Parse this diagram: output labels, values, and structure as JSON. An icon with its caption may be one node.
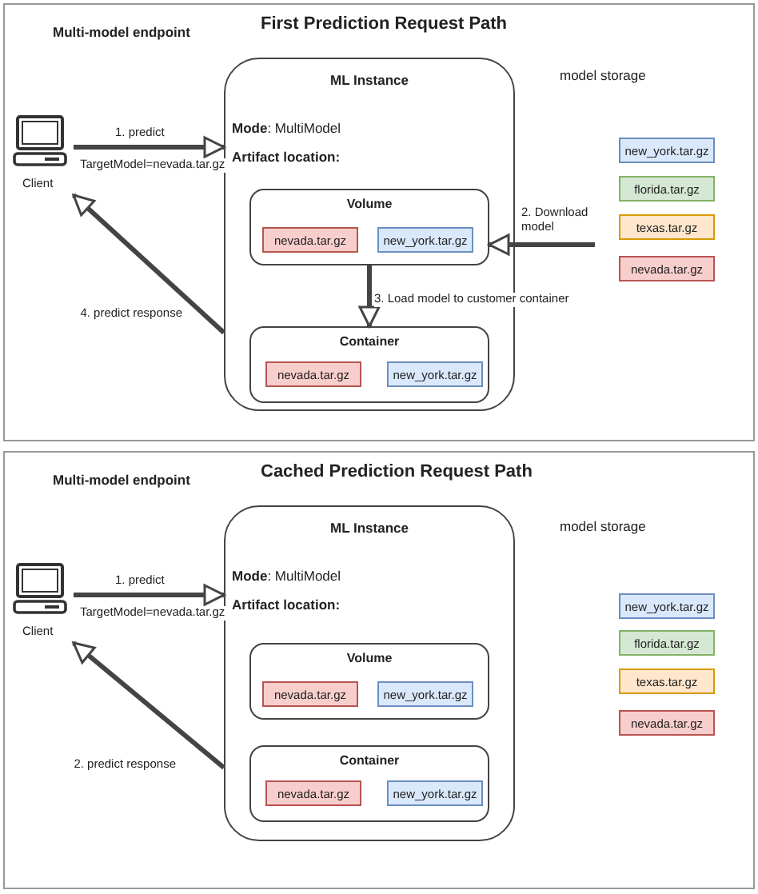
{
  "diagram": {
    "nodes": [
      {
        "text": [
          "Multi-model endpoint",
          "First Prediction Request Path"
        ]
      },
      {
        "text": [
          "Client"
        ],
        "in": 0
      },
      {
        "text": [
          "ML Instance",
          "**Mode**: MultiModel",
          "Artifact location:"
        ],
        "in": 0
      },
      {
        "text": [
          "Volume"
        ],
        "in": 2
      },
      {
        "text": [
          "nevada.tar.gz"
        ],
        "in": 3
      },
      {
        "text": [
          "new_york.tar.gz"
        ],
        "in": 3
      },
      {
        "text": [
          "Container"
        ],
        "in": 2
      },
      {
        "text": [
          "nevada.tar.gz"
        ],
        "in": 6
      },
      {
        "text": [
          "new_york.tar.gz"
        ],
        "in": 6
      },
      {
        "text": [
          "model storage"
        ],
        "in": 0
      },
      {
        "text": [
          "new_york.tar.gz"
        ],
        "in": 0
      },
      {
        "text": [
          "florida.tar.gz"
        ],
        "in": 0
      },
      {
        "text": [
          "texas.tar.gz"
        ],
        "in": 0
      },
      {
        "text": [
          "nevada.tar.gz"
        ],
        "in": 0
      },
      {
        "text": [
          "Multi-model endpoint",
          "Cached Prediction Request Path"
        ]
      },
      {
        "text": [
          "Client"
        ],
        "in": 14
      },
      {
        "text": [
          "ML Instance",
          "**Mode**: MultiModel",
          "Artifact location:"
        ],
        "in": 14
      },
      {
        "text": [
          "Volume"
        ],
        "in": 16
      },
      {
        "text": [
          "nevada.tar.gz"
        ],
        "in": 17
      },
      {
        "text": [
          "new_york.tar.gz"
        ],
        "in": 17
      },
      {
        "text": [
          "Container"
        ],
        "in": 16
      },
      {
        "text": [
          "nevada.tar.gz"
        ],
        "in": 20
      },
      {
        "text": [
          "new_york.tar.gz"
        ],
        "in": 20
      },
      {
        "text": [
          "model storage"
        ],
        "in": 14
      },
      {
        "text": [
          "new_york.tar.gz"
        ],
        "in": 14
      },
      {
        "text": [
          "florida.tar.gz"
        ],
        "in": 14
      },
      {
        "text": [
          "texas.tar.gz"
        ],
        "in": 14
      },
      {
        "text": [
          "nevada.tar.gz"
        ],
        "in": 14
      }
    ],
    "edges": [
      {
        "from": 1,
        "to": 2,
        "arrow": "to",
        "label": "1. predict"
      },
      {
        "from": null,
        "to": 3,
        "arrow": "to",
        "label": "2. Download model"
      },
      {
        "from": 3,
        "to": 6,
        "arrow": "to",
        "label": "3. Load model to customer container"
      },
      {
        "from": 2,
        "to": 1,
        "arrow": "to",
        "label": "4. predict response"
      },
      {
        "from": 15,
        "to": 16,
        "arrow": "to",
        "label": "1. predict"
      },
      {
        "from": 16,
        "to": 15,
        "arrow": "to",
        "label": "2. predict response"
      }
    ],
    "labels": [
      "TargetModel=nevada.tar.gz",
      "TargetModel=nevada.tar.gz"
    ]
  }
}
